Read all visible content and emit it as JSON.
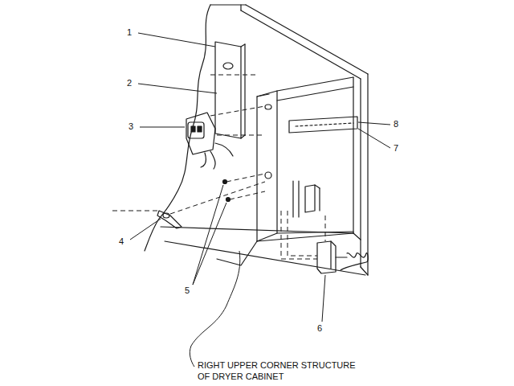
{
  "diagram": {
    "caption": "RIGHT UPPER CORNER STRUCTURE OF DRYER CABINET",
    "labels": [
      "1",
      "2",
      "3",
      "4",
      "5",
      "6",
      "7",
      "8"
    ]
  }
}
